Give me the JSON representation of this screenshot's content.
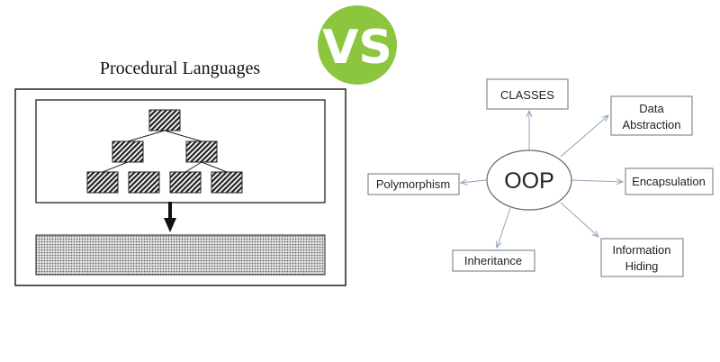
{
  "vs_badge": {
    "text": "VS",
    "color": "#8cc63f"
  },
  "procedural": {
    "title": "Procedural Languages"
  },
  "oop": {
    "center": "OOP",
    "nodes": {
      "classes": "CLASSES",
      "data_abstraction": [
        "Data",
        "Abstraction"
      ],
      "encapsulation": "Encapsulation",
      "polymorphism": "Polymorphism",
      "inheritance": "Inheritance",
      "information_hiding": [
        "Information",
        "Hiding"
      ]
    },
    "line_color": "#8fa3b8"
  }
}
